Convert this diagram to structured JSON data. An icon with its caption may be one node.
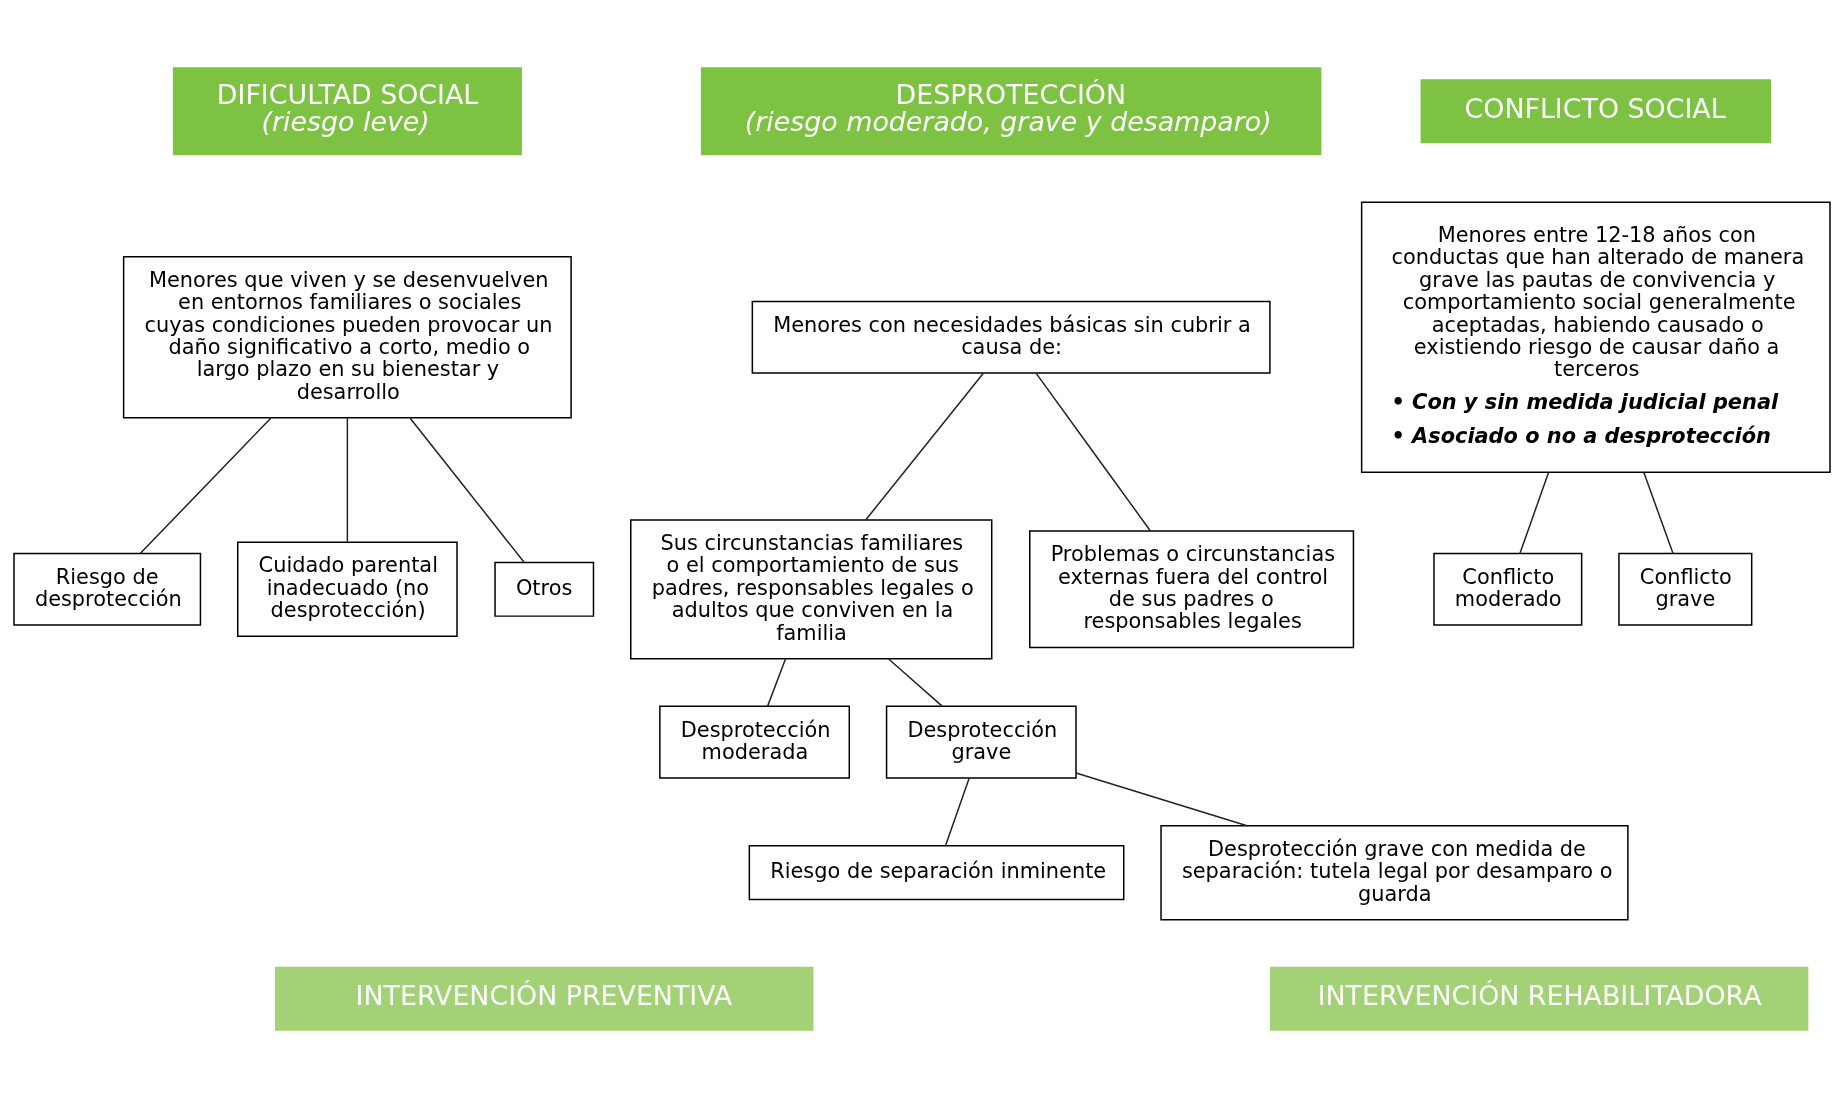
{
  "diagram": {
    "nodes": [
      {
        "text": [
          "DIFICULTAD SOCIAL",
          "(riesgo leve)"
        ]
      },
      {
        "text": [
          "Menores que viven y se desenvuelven en entornos familiares o sociales cuyas condiciones pueden provocar un daño significativo a corto, medio o largo plazo en su bienestar y desarrollo"
        ]
      },
      {
        "text": [
          "Riesgo de desprotección"
        ]
      },
      {
        "text": [
          "Cuidado parental inadecuado (no desprotección)"
        ]
      },
      {
        "text": [
          "Otros"
        ]
      },
      {
        "text": [
          "DESPROTECCIÓN",
          "(riesgo moderado, grave y desamparo)"
        ]
      },
      {
        "text": [
          "Menores con necesidades básicas sin cubrir a causa de:"
        ]
      },
      {
        "text": [
          "Sus circunstancias familiares o el comportamiento de sus padres, responsables legales o adultos que conviven en la familia"
        ]
      },
      {
        "text": [
          "Problemas o circunstancias externas fuera del control de sus padres o responsables legales"
        ]
      },
      {
        "text": [
          "Desprotección moderada"
        ]
      },
      {
        "text": [
          "Desprotección grave"
        ]
      },
      {
        "text": [
          "Riesgo de separación inminente"
        ]
      },
      {
        "text": [
          "Desprotección grave con medida de separación: tutela legal por desamparo o guarda"
        ]
      },
      {
        "text": [
          "CONFLICTO SOCIAL"
        ]
      },
      {
        "text": [
          "Menores entre 12-18 años con conductas que han alterado de manera grave las pautas de convivencia y comportamiento social generalmente aceptadas, habiendo causado o existiendo riesgo de causar daño a terceros",
          "• Con y sin medida judicial penal",
          "• Asociado o no a desprotección"
        ]
      },
      {
        "text": [
          "Conflicto moderado"
        ]
      },
      {
        "text": [
          "Conflicto grave"
        ]
      },
      {
        "text": [
          "INTERVENCIÓN PREVENTIVA"
        ]
      },
      {
        "text": [
          "INTERVENCIÓN REHABILITADORA"
        ]
      }
    ],
    "edges": [
      {
        "from": 1,
        "to": 2,
        "arrow": "none"
      },
      {
        "from": 1,
        "to": 3,
        "arrow": "none"
      },
      {
        "from": 1,
        "to": 4,
        "arrow": "none"
      },
      {
        "from": 6,
        "to": 7,
        "arrow": "none"
      },
      {
        "from": 6,
        "to": 8,
        "arrow": "none"
      },
      {
        "from": 7,
        "to": 9,
        "arrow": "none"
      },
      {
        "from": 7,
        "to": 10,
        "arrow": "none"
      },
      {
        "from": 10,
        "to": 11,
        "arrow": "none"
      },
      {
        "from": 10,
        "to": 12,
        "arrow": "none"
      },
      {
        "from": 14,
        "to": 15,
        "arrow": "none"
      },
      {
        "from": 14,
        "to": 16,
        "arrow": "none"
      }
    ]
  }
}
